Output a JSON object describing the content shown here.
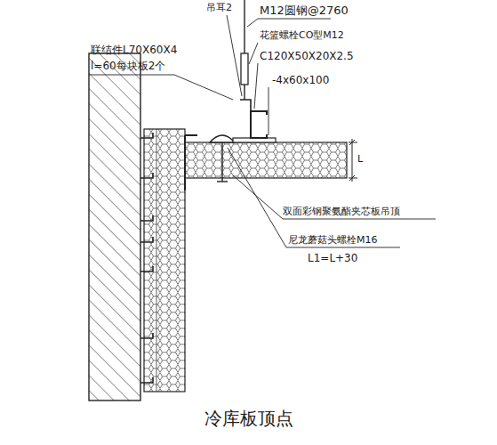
{
  "diagram": {
    "caption": "冷库板顶点",
    "labels": [
      "吊耳2",
      "M12圆钢@2760",
      "联结件L70X60X4",
      "l=60每块板2个",
      "花篮螺栓CO型M12",
      "C120X50X20X2.5",
      "-4x60x100",
      "L",
      "双面彩钢聚氨酯夹芯板吊顶",
      "尼龙蘑菇头螺栓M16",
      "L1=L+30"
    ]
  }
}
